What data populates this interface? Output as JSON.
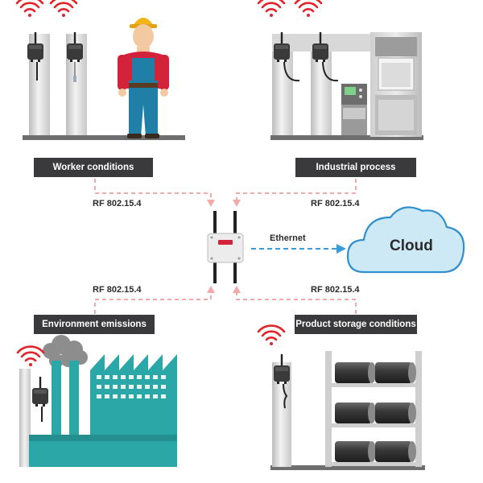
{
  "labels": {
    "worker": "Worker conditions",
    "industrial": "Industrial process",
    "environment": "Environment emissions",
    "storage": "Product storage conditions"
  },
  "links": {
    "rf_top_left": "RF 802.15.4",
    "rf_top_right": "RF 802.15.4",
    "rf_bottom_left": "RF 802.15.4",
    "rf_bottom_right": "RF 802.15.4",
    "ethernet": "Ethernet"
  },
  "cloud": {
    "label": "Cloud"
  },
  "colors": {
    "rf_link": "#f2a9a9",
    "ethernet_link": "#3b9bd6",
    "cloud_fill": "#cde9f6",
    "cloud_stroke": "#2f8fcf",
    "label_bar": "#3a3a3c",
    "wifi_signal": "#e0262b",
    "factory": "#2aa7a6",
    "pole": "#dedede"
  },
  "icons": {
    "wifi": "wifi-signal-icon",
    "sensor": "wireless-sensor-icon",
    "gateway": "gateway-icon",
    "worker": "worker-icon",
    "machine": "industrial-machine-icon",
    "factory": "factory-icon",
    "smoke": "smoke-icon",
    "shelf": "storage-shelf-icon",
    "roll": "cable-roll-icon"
  }
}
